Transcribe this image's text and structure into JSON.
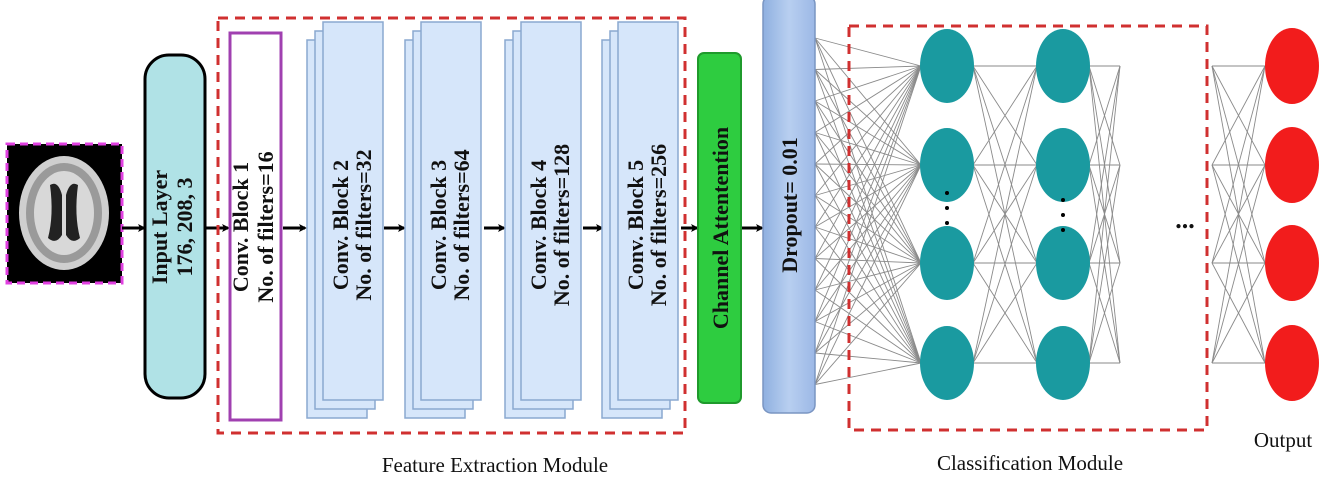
{
  "input_image": {
    "description_label": ""
  },
  "input_layer": {
    "line1": "Input Layer",
    "line2": "176, 208, 3"
  },
  "feature_module": {
    "caption": "Feature Extraction Module",
    "blocks": [
      {
        "name": "Conv. Block 1",
        "filters": "No. of filters=16"
      },
      {
        "name": "Conv. Block 2",
        "filters": "No. of filters=32"
      },
      {
        "name": "Conv. Block 3",
        "filters": "No. of filters=64"
      },
      {
        "name": "Conv. Block 4",
        "filters": "No. of filters=128"
      },
      {
        "name": "Conv. Block 5",
        "filters": "No. of filters=256"
      }
    ]
  },
  "channel_attention": {
    "label": "Channel Attentention"
  },
  "dropout": {
    "label": "Dropout= 0.01"
  },
  "classification_module": {
    "caption": "Classification Module",
    "ellipsis": "..."
  },
  "output": {
    "caption": "Output"
  },
  "colors": {
    "module_border": "#d03030",
    "input_layer": "#b0e2e6",
    "conv_block_1_border": "#a040b0",
    "conv_block": "#d6e6fa",
    "channel_attention": "#2ecc40",
    "dropout": "#a9c4ea",
    "hidden_neuron": "#1a9aa0",
    "output_neuron": "#f21c1c",
    "image_border": "#e040e0"
  }
}
